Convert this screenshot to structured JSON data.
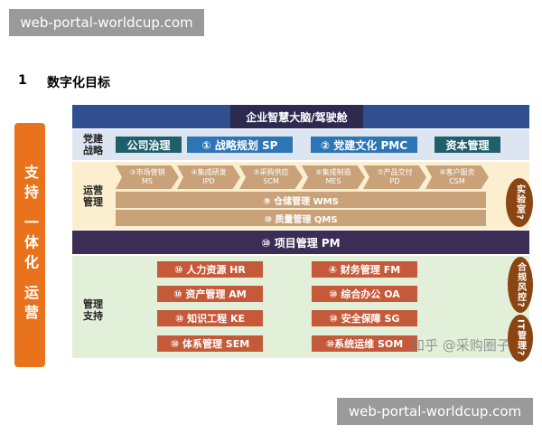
{
  "watermark_top": "web-portal-worldcup.com",
  "watermark_bottom": "web-portal-worldcup.com",
  "heading": {
    "number": "1",
    "title": "数字化目标"
  },
  "side_label": "支持 一体化 运营",
  "top_bar": "企业智慧大脑/驾驶舱",
  "strategy": {
    "label": "党建战略",
    "items": [
      "公司治理",
      "① 战略规划 SP",
      "② 党建文化 PMC",
      "资本管理"
    ]
  },
  "operations": {
    "label": "运营管理",
    "arrows": [
      [
        "③市场营销",
        "MS"
      ],
      [
        "④集成研发",
        "IPD"
      ],
      [
        "⑤采购供应",
        "SCM"
      ],
      [
        "⑥集成制造",
        "MES"
      ],
      [
        "⑦产品交付",
        "PD"
      ],
      [
        "⑧客户服务",
        "CSM"
      ]
    ],
    "wms": "⑨ 仓储管理 WMS",
    "qms": "⑩ 质量管理 QMS",
    "bubble": "实验室?"
  },
  "pm_bar": "⑩ 项目管理 PM",
  "support": {
    "label": "管理支持",
    "left": [
      "⑩ 人力资源 HR",
      "⑩ 资产管理 AM",
      "⑩ 知识工程 KE",
      "⑩ 体系管理 SEM"
    ],
    "right": [
      "④ 财务管理 FM",
      "⑩ 综合办公 OA",
      "⑩ 安全保障 SG",
      "⑩系统运维 SOM"
    ],
    "bubble1": "合规风控?",
    "bubble2": "IT管理?"
  },
  "zhihu_watermark": "知乎 @采购圈子",
  "colors": {
    "orange": "#e8731c",
    "navy": "#2f4f8f",
    "purple": "#3b2d55",
    "teal": "#1f5f6a",
    "blue": "#2e75b6",
    "rust": "#c55a3a",
    "tan": "#c9a27a"
  }
}
